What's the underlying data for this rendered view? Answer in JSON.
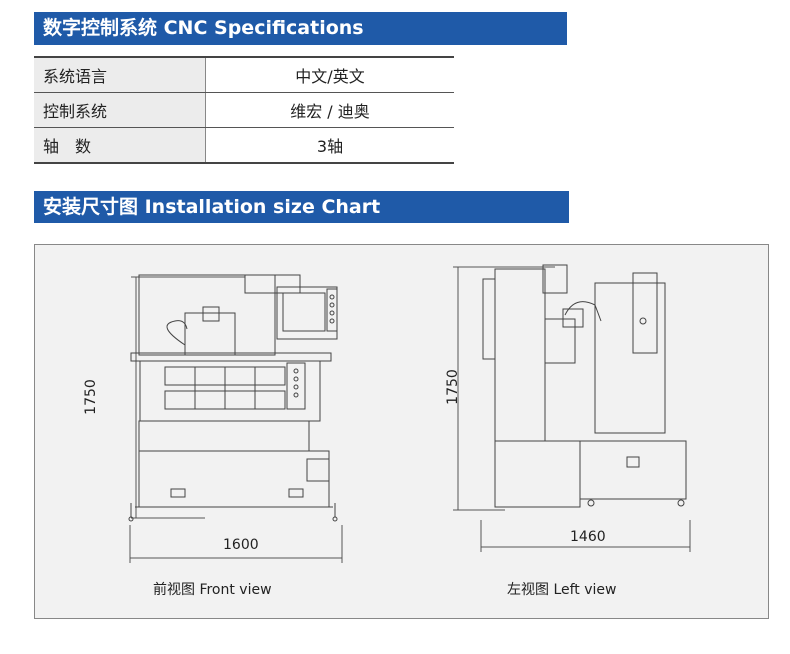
{
  "section1": {
    "title": "数字控制系统 CNC Specifications",
    "rows": [
      {
        "key": "系统语言",
        "value": "中文/英文"
      },
      {
        "key": "控制系统",
        "value": "维宏 / 迪奥"
      },
      {
        "key": "轴　数",
        "value": "3轴"
      }
    ]
  },
  "section2": {
    "title": "安装尺寸图  Installation size Chart"
  },
  "chart": {
    "front": {
      "height_label": "1750",
      "width_label": "1600",
      "caption": "前视图 Front view"
    },
    "left": {
      "height_label": "1750",
      "width_label": "1460",
      "caption": "左视图 Left view"
    }
  },
  "colors": {
    "header_bar": "#1f5aa8",
    "key_cell": "#ececec",
    "chart_bg": "#f2f2f2"
  }
}
